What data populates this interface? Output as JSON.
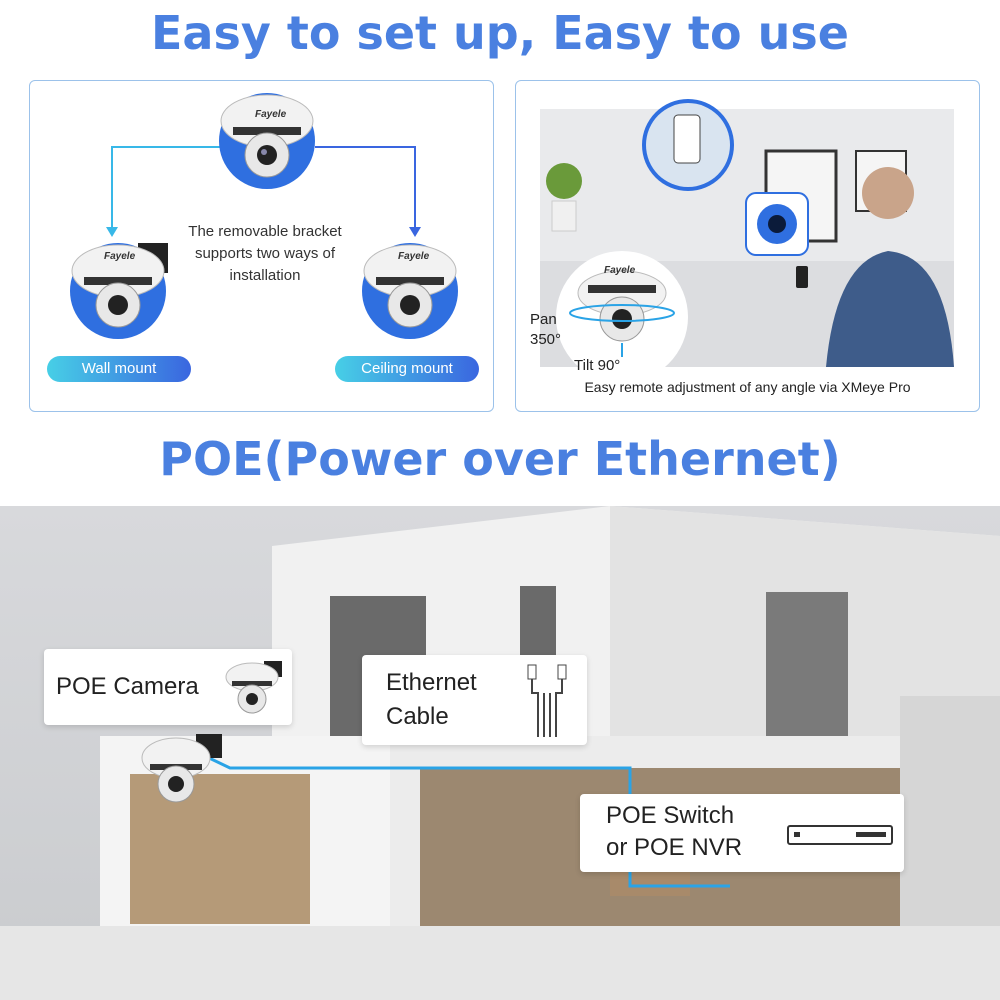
{
  "top_title": "Easy to set up, Easy to use",
  "left_panel": {
    "brand": "Fayele",
    "bracket_text": "The removable bracket supports two ways of installation",
    "wall_label": "Wall mount",
    "ceiling_label": "Ceiling mount"
  },
  "right_panel": {
    "pan_label": "Pan",
    "pan_value": "350°",
    "tilt_label": "Tilt 90°",
    "caption": "Easy remote adjustment of any angle via XMeye Pro"
  },
  "section_title": "POE(Power over Ethernet)",
  "scene": {
    "camera_label": "POE Camera",
    "cable_line1": "Ethernet",
    "cable_line2": "Cable",
    "switch_line1": "POE Switch",
    "switch_line2": "or POE NVR"
  },
  "colors": {
    "title_blue": "#4a80e0",
    "panel_border": "#9cc2ea",
    "cable_blue": "#2aa3e6"
  }
}
